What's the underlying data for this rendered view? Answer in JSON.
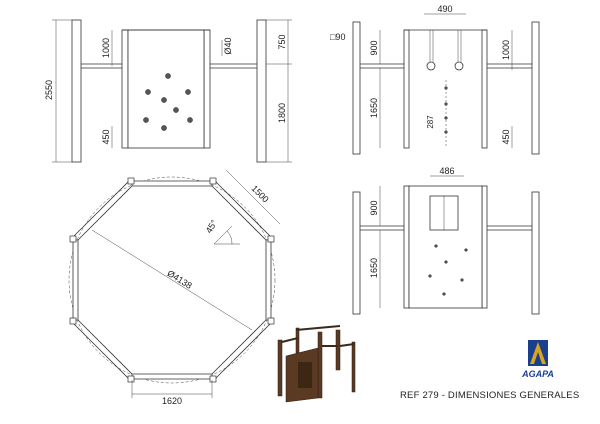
{
  "dims": {
    "front_height": "2550",
    "front_top_gap": "1000",
    "front_bottom_gap": "450",
    "pipe_dia": "Ø40",
    "side_top": "750",
    "side_bottom": "1800",
    "profile": "□90",
    "ring_width": "490",
    "ring_top": "900",
    "ring_bottom": "1650",
    "ring_drop": "1000",
    "ring_low": "450",
    "ring_small": "287",
    "swing_width": "486",
    "swing_top": "900",
    "swing_bottom": "1650",
    "plan_side": "1500",
    "plan_angle": "45°",
    "plan_dia": "Ø4138",
    "plan_bottom": "1620"
  },
  "caption": "REF 279 - DIMENSIONES GENERALES",
  "logo_text": "AGAPA",
  "colors": {
    "logo_blue": "#1a3f8c",
    "logo_gold": "#d9a521",
    "wood": "#5a3a22"
  }
}
